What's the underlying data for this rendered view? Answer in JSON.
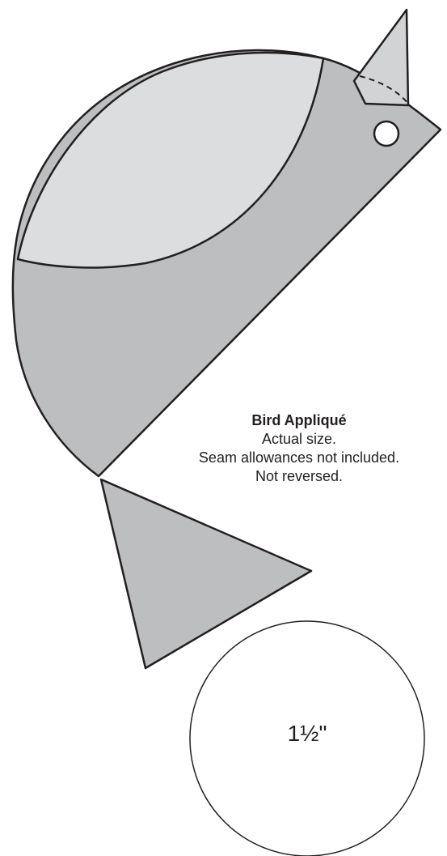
{
  "caption": {
    "title": "Bird Appliqué",
    "line1": "Actual size.",
    "line2": "Seam allowances not included.",
    "line3": "Not reversed."
  },
  "circle_template": {
    "label": "1½\""
  },
  "colors": {
    "body": "#bcbec0",
    "wing": "#dcddde",
    "beak": "#d1d3d4",
    "tail": "#bcbec0",
    "outline": "#231f20",
    "eye": "#ffffff"
  }
}
